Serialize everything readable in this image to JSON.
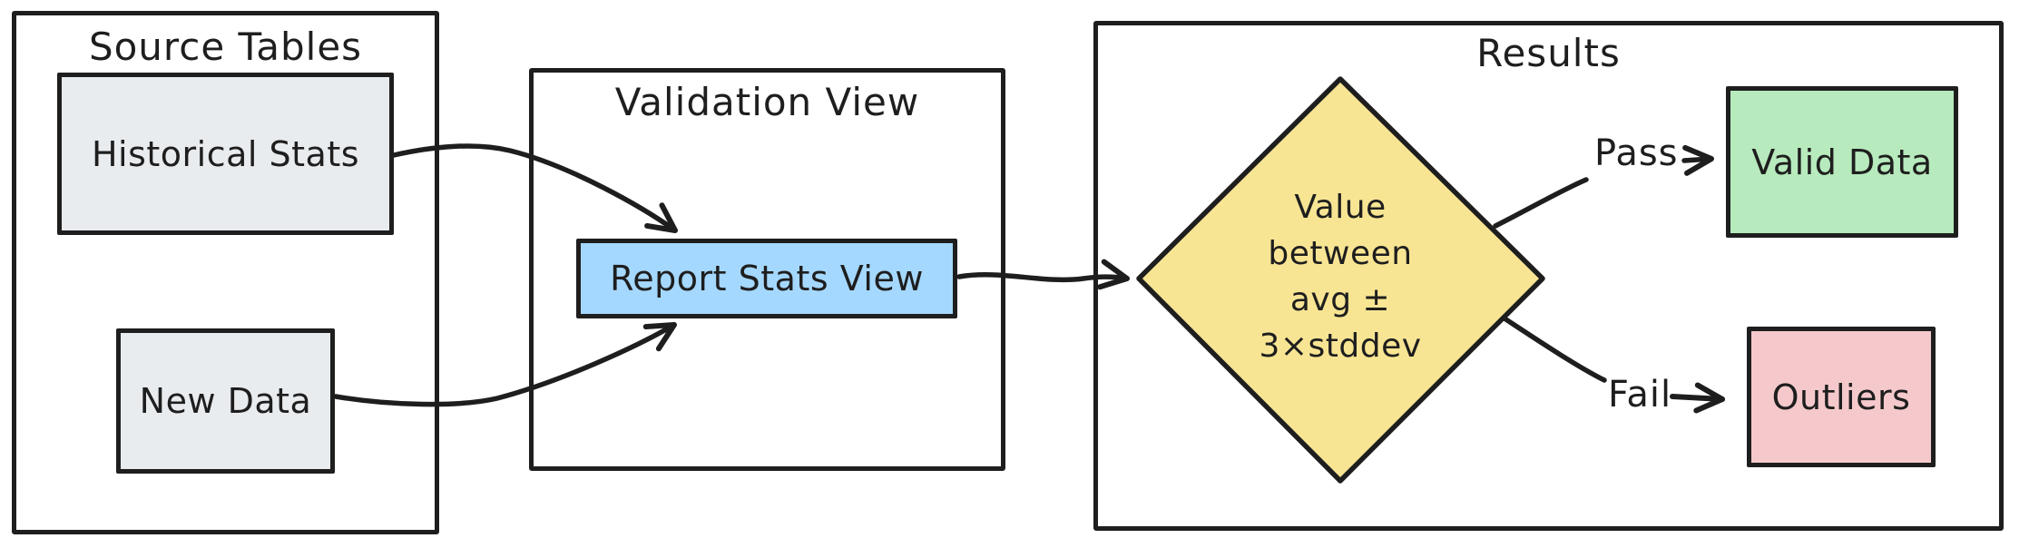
{
  "containers": {
    "source": {
      "title": "Source Tables"
    },
    "validation": {
      "title": "Validation View"
    },
    "results": {
      "title": "Results"
    }
  },
  "nodes": {
    "historical": {
      "label": "Historical Stats",
      "fill": "#e9ecef"
    },
    "newData": {
      "label": "New Data",
      "fill": "#e9ecef"
    },
    "report": {
      "label": "Report Stats View",
      "fill": "#a5d8ff"
    },
    "decision": {
      "label": "Value\nbetween\navg ±\n3×stddev",
      "fill": "#f8e594"
    },
    "valid": {
      "label": "Valid Data",
      "fill": "#b7eabd"
    },
    "outliers": {
      "label": "Outliers",
      "fill": "#f5c9cb"
    }
  },
  "edges": {
    "pass": {
      "label": "Pass"
    },
    "fail": {
      "label": "Fail"
    }
  },
  "colors": {
    "stroke": "#1e1e1e",
    "background": "#ffffff"
  }
}
